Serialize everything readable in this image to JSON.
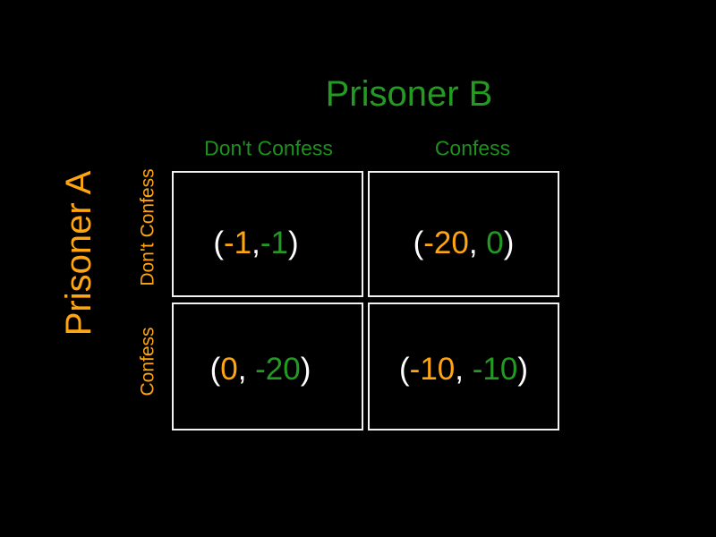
{
  "players": {
    "col_player": {
      "name": "Prisoner B",
      "color": "#239B23"
    },
    "row_player": {
      "name": "Prisoner A",
      "color": "#FFA511"
    }
  },
  "strategies": {
    "columns": [
      "Don't Confess",
      "Confess"
    ],
    "rows": [
      "Don't Confess",
      "Confess"
    ]
  },
  "matrix": {
    "punctuation": {
      "open": "(",
      "close": ")"
    },
    "cells": [
      {
        "row": "Don't Confess",
        "col": "Don't Confess",
        "a": "-1",
        "sep": ",",
        "b": "-1"
      },
      {
        "row": "Don't Confess",
        "col": "Confess",
        "a": "-20",
        "sep": ", ",
        "b": "0"
      },
      {
        "row": "Confess",
        "col": "Don't Confess",
        "a": "0",
        "sep": ", ",
        "b": "-20"
      },
      {
        "row": "Confess",
        "col": "Confess",
        "a": "-10",
        "sep": ", ",
        "b": "-10"
      }
    ]
  },
  "colors": {
    "background": "#000000",
    "player_a_accent": "#FFA511",
    "player_b_accent": "#239B23",
    "punctuation": "#FFFFFF",
    "cell_border": "#F2F2F2"
  }
}
